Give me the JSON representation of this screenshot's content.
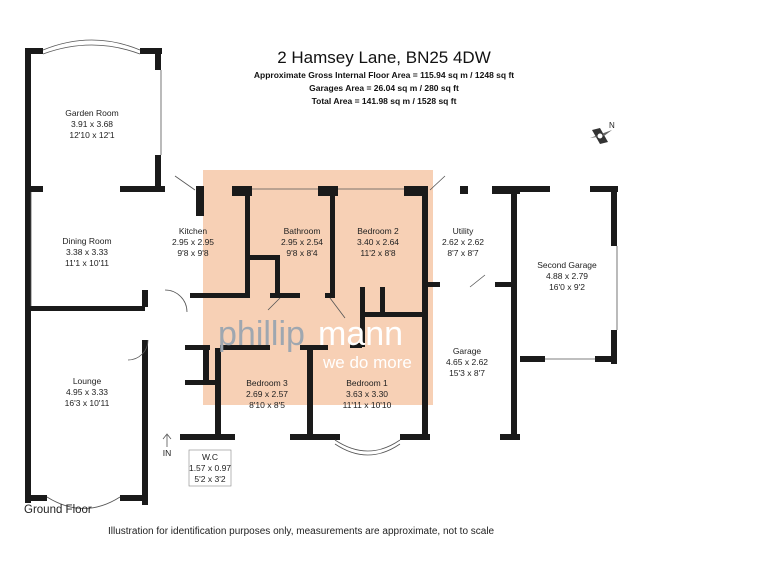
{
  "header": {
    "title": "2 Hamsey Lane, BN25 4DW",
    "area_lines": [
      "Approximate Gross Internal Floor Area = 115.94 sq m / 1248 sq ft",
      "Garages Area = 26.04 sq m / 280 sq ft",
      "Total Area = 141.98 sq m / 1528 sq ft"
    ]
  },
  "rooms": [
    {
      "name": "Garden Room",
      "metric": "3.91 x 3.68",
      "imperial": "12'10 x 12'1"
    },
    {
      "name": "Dining Room",
      "metric": "3.38 x 3.33",
      "imperial": "11'1 x 10'11"
    },
    {
      "name": "Kitchen",
      "metric": "2.95 x 2.95",
      "imperial": "9'8 x 9'8"
    },
    {
      "name": "Bathroom",
      "metric": "2.95 x 2.54",
      "imperial": "9'8 x 8'4"
    },
    {
      "name": "Bedroom 2",
      "metric": "3.40 x 2.64",
      "imperial": "11'2 x 8'8"
    },
    {
      "name": "Utility",
      "metric": "2.62 x 2.62",
      "imperial": "8'7 x 8'7"
    },
    {
      "name": "Second Garage",
      "metric": "4.88 x 2.79",
      "imperial": "16'0 x 9'2"
    },
    {
      "name": "Lounge",
      "metric": "4.95 x 3.33",
      "imperial": "16'3 x 10'11"
    },
    {
      "name": "Bedroom 3",
      "metric": "2.69 x 2.57",
      "imperial": "8'10 x 8'5"
    },
    {
      "name": "Bedroom 1",
      "metric": "3.63 x 3.30",
      "imperial": "11'11 x 10'10"
    },
    {
      "name": "Garage",
      "metric": "4.65 x 2.62",
      "imperial": "15'3 x 8'7"
    },
    {
      "name": "W.C",
      "metric": "1.57 x 0.97",
      "imperial": "5'2 x 3'2"
    }
  ],
  "entrance_label": "IN",
  "compass_label": "N",
  "watermark": {
    "part1": "phillip",
    "part2": "mann",
    "tagline": "we do more",
    "color": "#f6c8a8"
  },
  "floor_label": "Ground Floor",
  "footer": "Illustration for identification purposes only, measurements are approximate, not to scale"
}
